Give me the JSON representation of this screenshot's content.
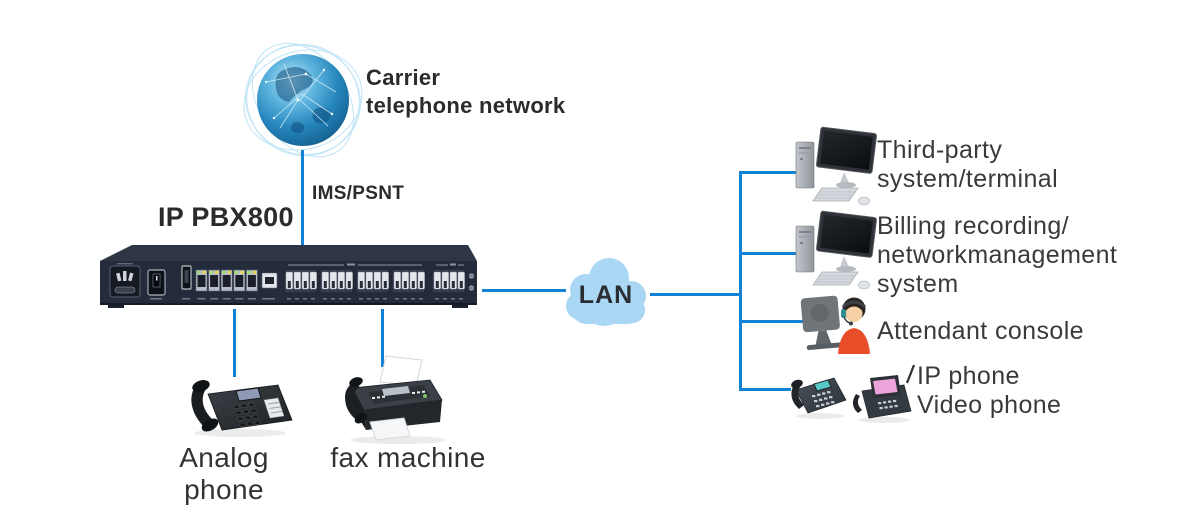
{
  "nodes": {
    "carrier": {
      "label_line1": "Carrier",
      "label_line2": "telephone network"
    },
    "carrier_link_label": "IMS/PSNT",
    "pbx": {
      "label": "IP PBX800"
    },
    "lan": {
      "label": "LAN"
    },
    "analog_phone": {
      "label": "Analog phone"
    },
    "fax": {
      "label": "fax machine"
    },
    "right": [
      {
        "line1": "Third-party",
        "line2": "system/terminal"
      },
      {
        "line1": "Billing recording/",
        "line2": "networkmanagement",
        "line3": "system"
      },
      {
        "line1": "Attendant console"
      },
      {
        "line1": "IP phone",
        "line2": "Video phone"
      }
    ]
  },
  "colors": {
    "link_line": "#1182D4",
    "cloud_fill": "#A9D7F4",
    "heading_text": "#2B2B2B",
    "body_text": "#3A3A3A"
  }
}
